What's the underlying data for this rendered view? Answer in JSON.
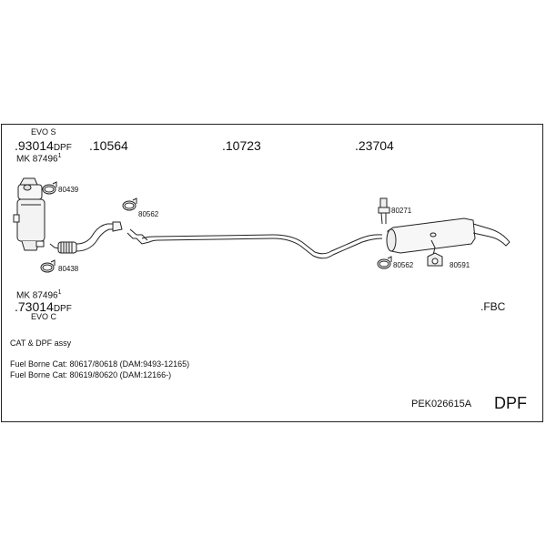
{
  "header": {
    "left_top": {
      "variant": "EVO S",
      "part": ".93014",
      "suffix": "DPF",
      "mk_label": "MK",
      "mk_number": "87496",
      "mk_sup": "1"
    },
    "col2": ".10564",
    "col3": ".10723",
    "col4": ".23704"
  },
  "parts": {
    "clamp_top": "80439",
    "clamp_bottom": "80438",
    "clamp_mid": "80562",
    "rubber_top": "80271",
    "clamp_rear": "80562",
    "hanger_rear": "80591"
  },
  "lower_left": {
    "mk_label": "MK",
    "mk_number": "87496",
    "mk_sup": "1",
    "part": ".73014",
    "suffix": "DPF",
    "variant": "EVO C"
  },
  "fbc": ".FBC",
  "notes": {
    "line1": "CAT & DPF assy",
    "line2": "Fuel Borne Cat: 80617/80618 (DAM:9493-12165)",
    "line3": "Fuel Borne Cat: 80619/80620 (DAM:12166-)"
  },
  "footer": {
    "code": "PEK026615A",
    "type": "DPF"
  }
}
